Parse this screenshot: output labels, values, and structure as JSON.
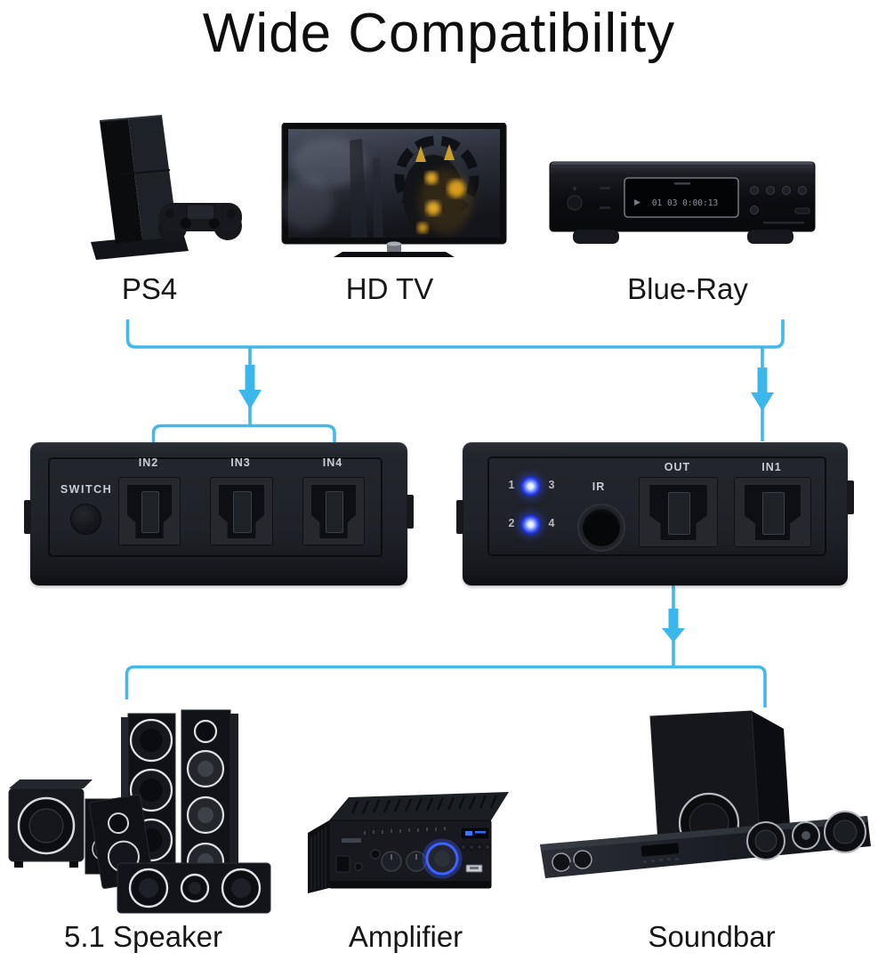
{
  "title": "Wide Compatibility",
  "colors": {
    "connector": "#45b8e8",
    "arrow": "#3bb7ec",
    "device_body": "#212329",
    "led_blue": "#2c45e8"
  },
  "top_devices": [
    {
      "label": "PS4"
    },
    {
      "label": "HD TV"
    },
    {
      "label": "Blue-Ray"
    }
  ],
  "switch_front": {
    "button_label": "SWITCH",
    "port_labels": [
      "IN2",
      "IN3",
      "IN4"
    ]
  },
  "switch_back": {
    "led_rows": [
      {
        "left": "1",
        "right": "3"
      },
      {
        "left": "2",
        "right": "4"
      }
    ],
    "ir_label": "IR",
    "port_labels": [
      "OUT",
      "IN1"
    ]
  },
  "bottom_devices": [
    {
      "label": "5.1 Speaker"
    },
    {
      "label": "Amplifier"
    },
    {
      "label": "Soundbar"
    }
  ],
  "blueray_display": "01 03 0:00:13"
}
